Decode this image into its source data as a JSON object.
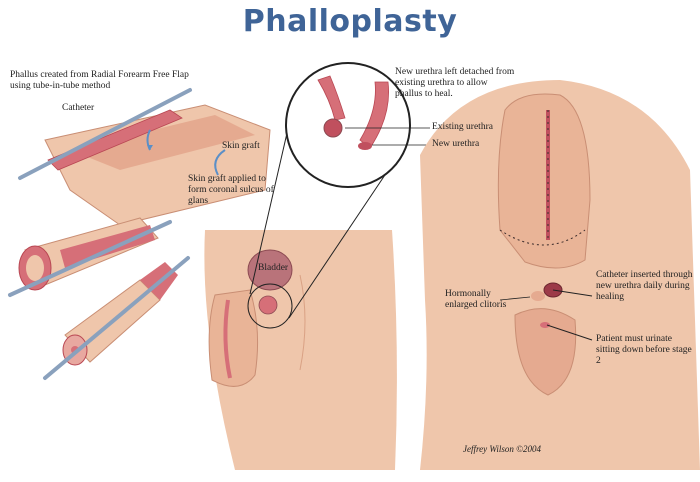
{
  "title": "Phalloplasty",
  "labels": {
    "intro": "Phallus created from Radial Forearm Free Flap using tube-in-tube method",
    "catheter": "Catheter",
    "skin_graft": "Skin graft",
    "skin_graft_applied": "Skin graft applied to form coronal sulcus of glans",
    "bladder": "Bladder",
    "new_urethra_detached": "New urethra left detached from existing urethra to allow phallus to heal.",
    "existing_urethra": "Existing urethra",
    "new_urethra": "New urethra",
    "hormonally_enlarged": "Hormonally enlarged clitoris",
    "catheter_inserted": "Catheter inserted through new urethra daily during healing",
    "patient_must": "Patient must urinate sitting down before stage 2",
    "signature": "Jeffrey Wilson ©2004"
  },
  "colors": {
    "title": "#3f6497",
    "skin": "#efc6ab",
    "skin_dark": "#d9a184",
    "flesh": "#d66f78",
    "flesh_dark": "#b94753",
    "catheter": "#8aa1bd"
  }
}
